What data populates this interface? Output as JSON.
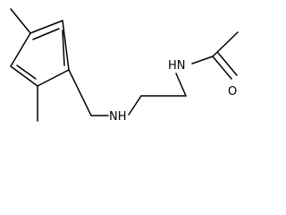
{
  "molecule": {
    "atoms": {
      "amine_nh": "NH",
      "amide_nh": "HN",
      "carbonyl_o": "O"
    }
  }
}
